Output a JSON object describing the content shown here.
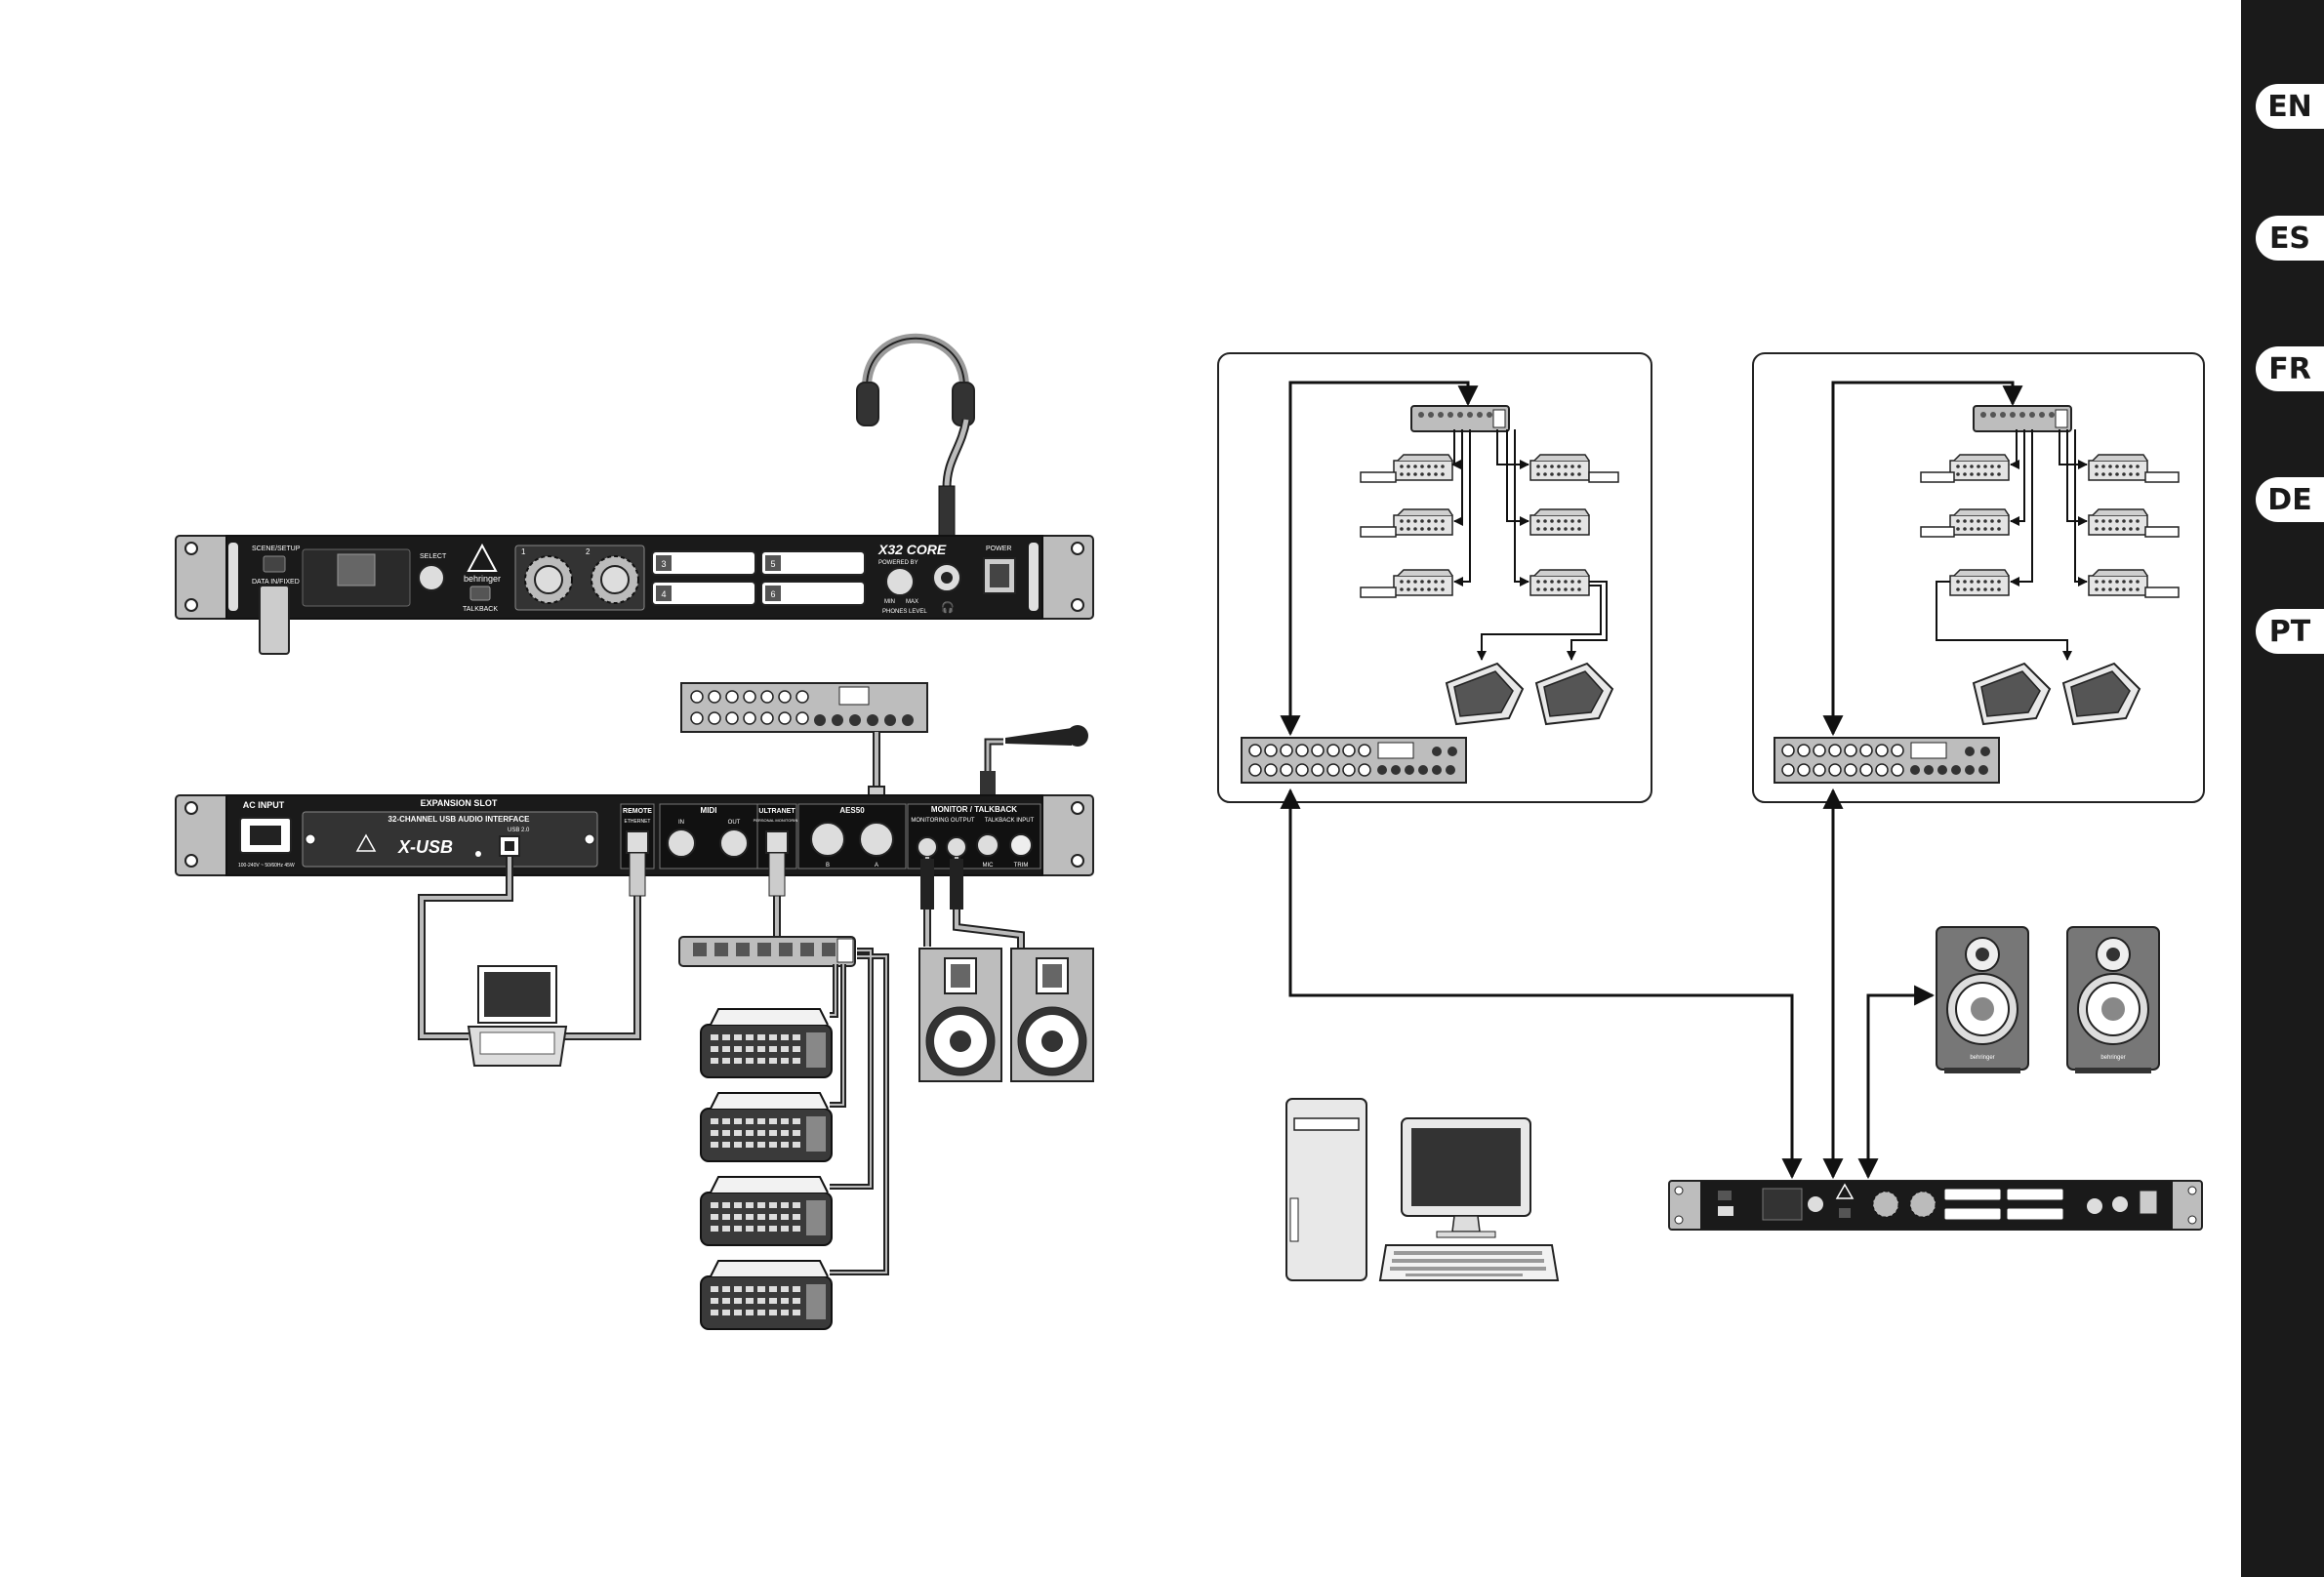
{
  "front_panel": {
    "scene_setup": "SCENE/SETUP",
    "data_in_fixed": "DATA IN/FIXED",
    "select": "SELECT",
    "brand": "behringer",
    "talkback": "TALKBACK",
    "model": "X32 CORE",
    "powered_by": "POWERED BY",
    "min": "MIN",
    "max": "MAX",
    "phones_level": "PHONES LEVEL",
    "power": "POWER",
    "knob_1": "1",
    "knob_2": "2",
    "buttons": [
      "3",
      "5",
      "4",
      "6"
    ]
  },
  "rear_panel": {
    "ac_input": "AC INPUT",
    "ac_spec": "100-240V ~ 50/60Hz 45W",
    "expansion_slot": "EXPANSION SLOT",
    "usb_interface": "32-CHANNEL USB AUDIO INTERFACE",
    "usb_version": "USB 2.0",
    "card_logo": "X-USB",
    "remote": "REMOTE",
    "ethernet": "ETHERNET",
    "midi": "MIDI",
    "midi_in": "IN",
    "midi_out": "OUT",
    "ultranet": "ULTRANET",
    "personal_monitoring": "PERSONAL MONITORING",
    "aes50": "AES50",
    "port_b": "B",
    "port_a": "A",
    "monitor_talkback": "MONITOR / TALKBACK",
    "monitoring_output": "MONITORING OUTPUT",
    "talkback_input": "TALKBACK INPUT",
    "mic": "MIC",
    "trim": "TRIM"
  },
  "monitor_brand": "behringer",
  "languages": [
    "EN",
    "ES",
    "FR",
    "DE",
    "PT"
  ]
}
